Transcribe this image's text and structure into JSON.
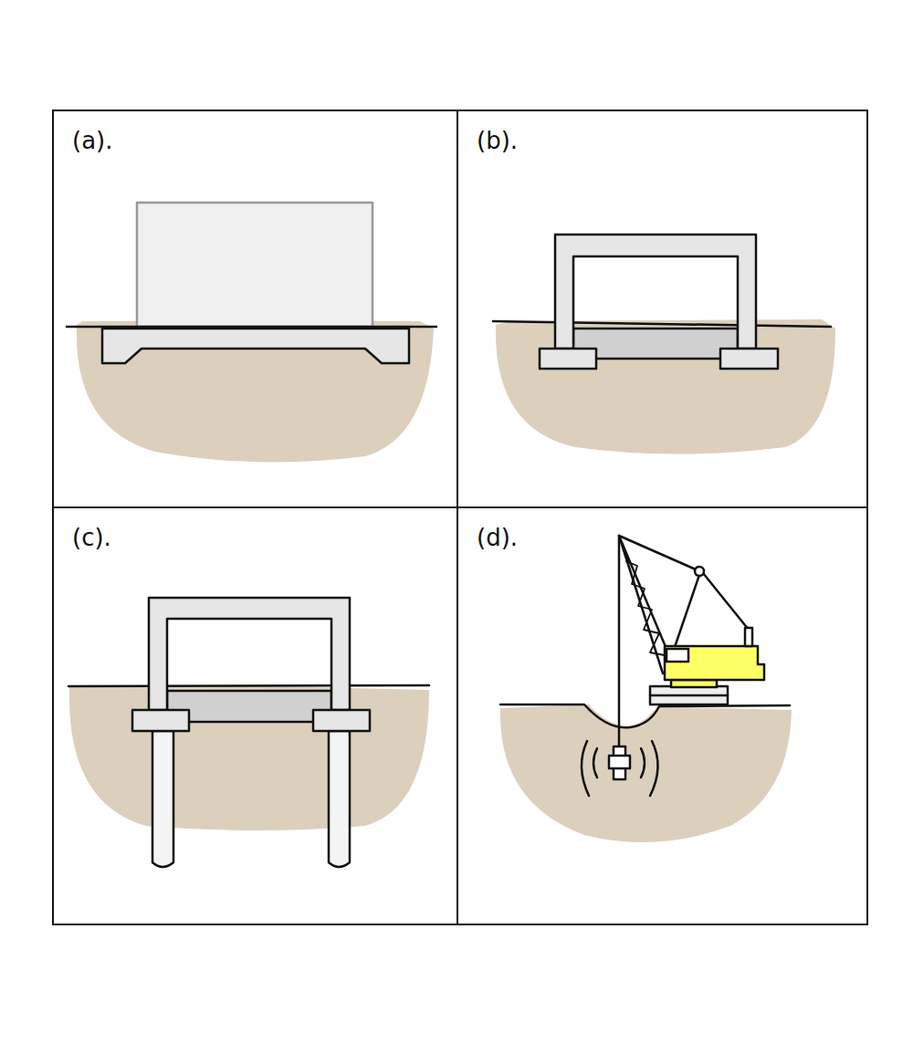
{
  "diagram": {
    "nodes": [
      {
        "text": [
          "(a)."
        ]
      },
      {
        "text": [
          "(b)."
        ]
      },
      {
        "text": [
          "(c)."
        ]
      },
      {
        "text": [
          "(d)."
        ]
      }
    ]
  }
}
